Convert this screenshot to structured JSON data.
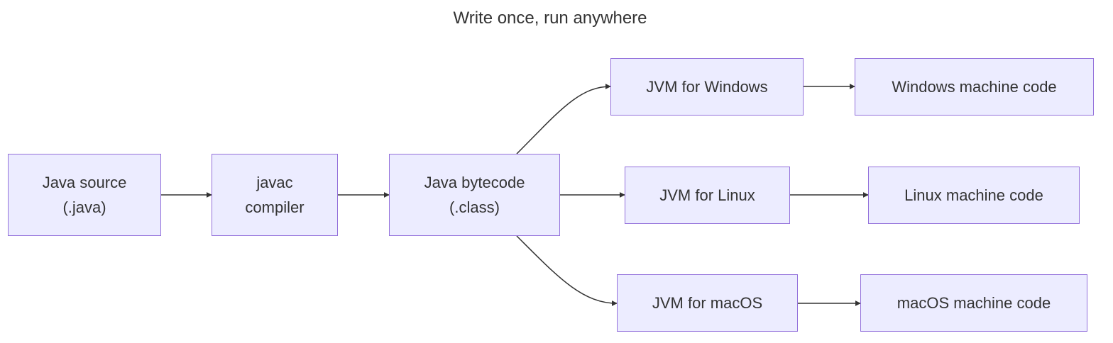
{
  "diagram": {
    "title": "Write once, run anywhere",
    "colors": {
      "node_fill": "#ECECFF",
      "node_stroke": "#9370DB",
      "edge": "#333333",
      "text": "#333333"
    },
    "nodes": {
      "java_source": {
        "label": "Java source\n(.java)"
      },
      "javac": {
        "label": "javac\ncompiler"
      },
      "bytecode": {
        "label": "Java bytecode\n(.class)"
      },
      "jvm_windows": {
        "label": "JVM for Windows"
      },
      "jvm_linux": {
        "label": "JVM for Linux"
      },
      "jvm_macos": {
        "label": "JVM for macOS"
      },
      "windows_code": {
        "label": "Windows machine code"
      },
      "linux_code": {
        "label": "Linux machine code"
      },
      "macos_code": {
        "label": "macOS machine code"
      }
    },
    "edges": [
      {
        "from": "java_source",
        "to": "javac"
      },
      {
        "from": "javac",
        "to": "bytecode"
      },
      {
        "from": "bytecode",
        "to": "jvm_windows"
      },
      {
        "from": "bytecode",
        "to": "jvm_linux"
      },
      {
        "from": "bytecode",
        "to": "jvm_macos"
      },
      {
        "from": "jvm_windows",
        "to": "windows_code"
      },
      {
        "from": "jvm_linux",
        "to": "linux_code"
      },
      {
        "from": "jvm_macos",
        "to": "macos_code"
      }
    ]
  }
}
